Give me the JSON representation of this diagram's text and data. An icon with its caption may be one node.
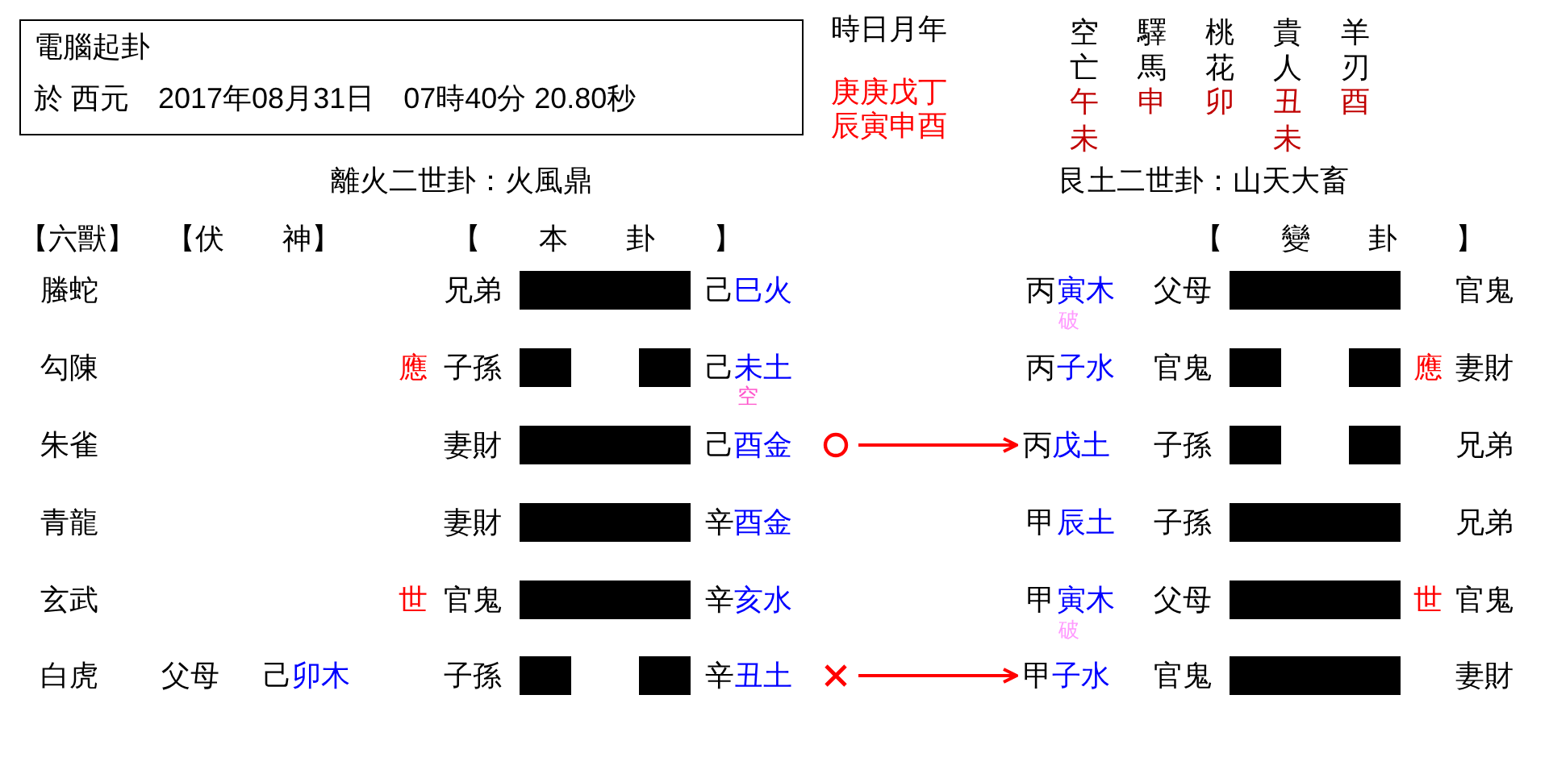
{
  "diagram": {
    "nodes": [
      {
        "text": [
          "電腦起卦",
          "於 西元　2017年08月31日　07時40分 20.80秒"
        ]
      },
      {
        "text": [],
        "shape": "circle"
      },
      {
        "text": [],
        "shape": "cross"
      },
      {
        "text": [
          "丙",
          "戊土"
        ]
      },
      {
        "text": [
          "甲",
          "子水"
        ]
      }
    ],
    "edges": [
      {
        "from": 1,
        "to": 3,
        "arrow": "to"
      },
      {
        "from": 2,
        "to": 4,
        "arrow": "to"
      }
    ],
    "labels": [
      "時日月年",
      "庚庚戊丁",
      "辰寅申酉",
      "空亡",
      "驛馬",
      "桃花",
      "貴人",
      "羊刃",
      "午",
      "申",
      "卯",
      "丑",
      "酉",
      "未",
      "未",
      "離火二世卦：火風鼎",
      "艮土二世卦：山天大畜",
      "【六獸】",
      "【伏　　神】",
      "【　　本　　卦　　】",
      "【　　變　　卦　　】",
      "螣蛇",
      "兄弟",
      "己",
      "巳火",
      "丙",
      "寅木",
      "父母",
      "官鬼",
      "破",
      "勾陳",
      "應",
      "子孫",
      "己",
      "未土",
      "丙",
      "子水",
      "官鬼",
      "應",
      "妻財",
      "空",
      "朱雀",
      "妻財",
      "己",
      "酉金",
      "子孫",
      "兄弟",
      "青龍",
      "妻財",
      "辛",
      "酉金",
      "甲",
      "辰土",
      "子孫",
      "兄弟",
      "玄武",
      "世",
      "官鬼",
      "辛",
      "亥水",
      "甲",
      "寅木",
      "父母",
      "世",
      "官鬼",
      "破",
      "白虎",
      "父母",
      "己",
      "卯木",
      "子孫",
      "辛",
      "丑土",
      "官鬼",
      "妻財"
    ]
  }
}
